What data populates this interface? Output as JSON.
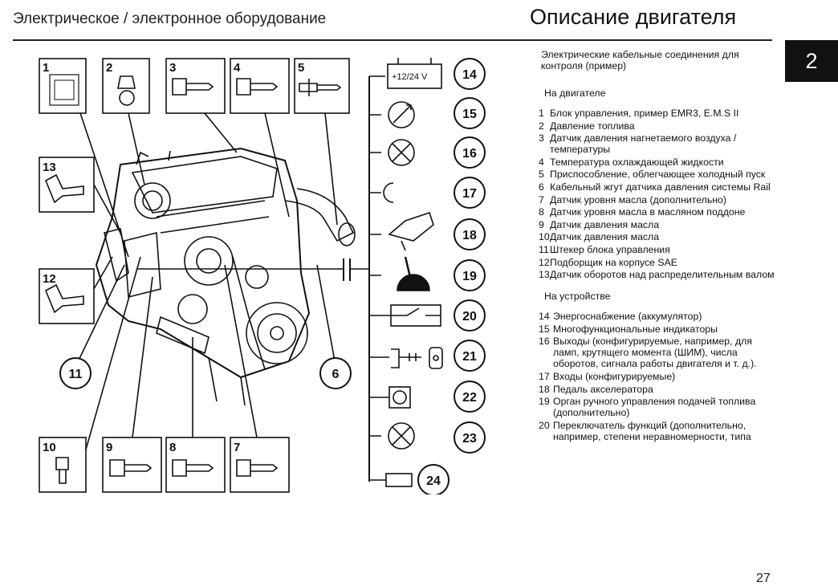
{
  "header": {
    "left_title": "Электрическое / электронное оборудование",
    "right_title": "Описание двигателя",
    "chapter_tab": "2"
  },
  "diagram": {
    "engine_items": [
      {
        "num": "1"
      },
      {
        "num": "2"
      },
      {
        "num": "3"
      },
      {
        "num": "4"
      },
      {
        "num": "5"
      },
      {
        "num": "13"
      },
      {
        "num": "12"
      },
      {
        "num": "10"
      },
      {
        "num": "9"
      },
      {
        "num": "8"
      },
      {
        "num": "7"
      }
    ],
    "battery_label": "+12/24 V",
    "callouts": [
      "14",
      "15",
      "16",
      "17",
      "18",
      "19",
      "20",
      "21",
      "22",
      "23",
      "24",
      "6",
      "11"
    ]
  },
  "text": {
    "intro": "Электрические кабельные соединения для контроля (пример)",
    "section_engine": "На двигателе",
    "engine_list": [
      {
        "num": "1",
        "text": "Блок управления, пример EMR3, E.M.S II"
      },
      {
        "num": "2",
        "text": "Давление топлива"
      },
      {
        "num": "3",
        "text": "Датчик давления нагнетаемого воздуха / температуры"
      },
      {
        "num": "4",
        "text": "Температура охлаждающей жидкости"
      },
      {
        "num": "5",
        "text": "Приспособление, облегчающее холодный пуск"
      },
      {
        "num": "6",
        "text": "Кабельный жгут датчика давления системы Rail"
      },
      {
        "num": "7",
        "text": "Датчик уровня масла (дополнительно)"
      },
      {
        "num": "8",
        "text": "Датчик уровня масла в масляном поддоне"
      },
      {
        "num": "9",
        "text": "Датчик давления масла"
      },
      {
        "num": "10",
        "text": "Датчик давления масла"
      },
      {
        "num": "11",
        "text": "Штекер блока управления"
      },
      {
        "num": "12",
        "text": "Подборщик на корпусе SAE"
      },
      {
        "num": "13",
        "text": "Датчик оборотов над распределительным валом"
      }
    ],
    "section_device": "На устройстве",
    "device_list": [
      {
        "num": "14",
        "text": "Энергоснабжение (аккумулятор)"
      },
      {
        "num": "15",
        "text": "Многофункциональные индикаторы"
      },
      {
        "num": "16",
        "text": "Выходы (конфигурируемые, например, для ламп, крутящего момента (ШИМ), числа оборотов, сигнала работы двигателя и т. д.)."
      },
      {
        "num": "17",
        "text": "Входы (конфигурируемые)"
      },
      {
        "num": "18",
        "text": "Педаль акселератора"
      },
      {
        "num": "19",
        "text": "Орган ручного управления подачей топлива (дополнительно)"
      },
      {
        "num": "20",
        "text": "Переключатель функций (дополнительно, например, степени неравномерности, типа"
      }
    ]
  },
  "footer": {
    "page_number": "27"
  }
}
